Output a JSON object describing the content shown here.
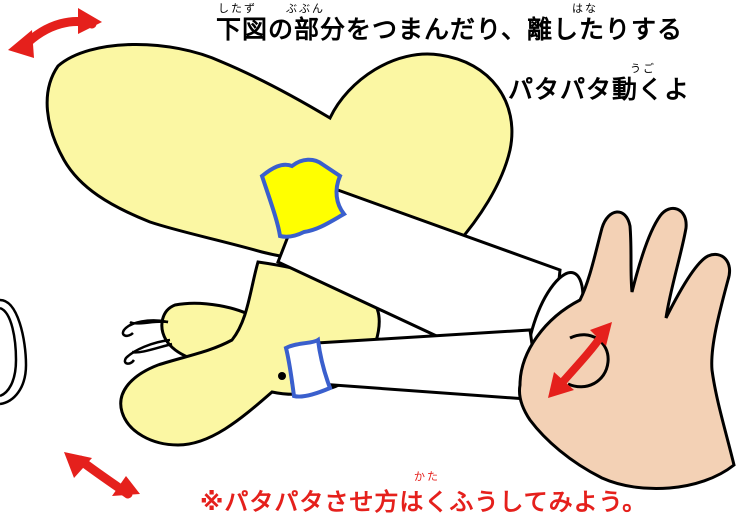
{
  "instructions": {
    "line1": "下図の部分をつまんだり、離したりする",
    "line2": "パタパタ動くよ",
    "note": "※パタパタさせ方はくふうしてみよう。"
  },
  "furigana": {
    "shita_zu": "したず",
    "bubun": "ぶぶん",
    "hana": "はな",
    "ugo": "うご",
    "kata": "かた"
  },
  "colors": {
    "arrow": "#e5201c",
    "wing": "#fbf7a3",
    "tape": "#ffff00",
    "tape_border": "#3a5fcd",
    "hand": "#f3d1b5",
    "note_text": "#e5201c"
  },
  "icons": [
    "curved-double-arrow-icon",
    "butterfly-illustration",
    "paper-tube-illustration",
    "pinching-hand-illustration"
  ]
}
